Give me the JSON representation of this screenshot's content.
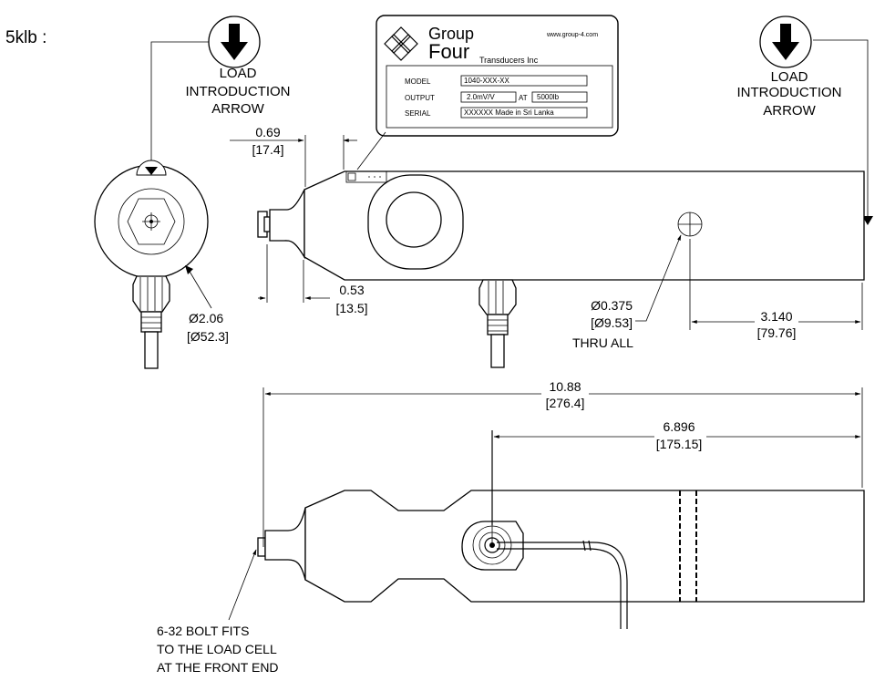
{
  "header": {
    "capacity_label": "5klb :"
  },
  "load_arrow_left": {
    "line1": "LOAD",
    "line2": "INTRODUCTION",
    "line3": "ARROW"
  },
  "load_arrow_right": {
    "line1": "LOAD",
    "line2": "INTRODUCTION",
    "line3": "ARROW"
  },
  "nameplate": {
    "brand_line1": "Group",
    "brand_line2": "Four",
    "brand_sub": "Transducers Inc",
    "website": "www.group-4.com",
    "model_label": "MODEL",
    "model_value": "1040-XXX-XX",
    "output_label": "OUTPUT",
    "output_value": "2.0mV/V",
    "at_label": "AT",
    "at_value": "5000lb",
    "serial_label": "SERIAL",
    "serial_value": "XXXXXX Made in Sri Lanka"
  },
  "dimensions": {
    "offset_top": {
      "value": "0.69",
      "metric": "[17.4]"
    },
    "offset_bottom": {
      "value": "0.53",
      "metric": "[13.5]"
    },
    "diameter_body": {
      "value": "Ø2.06",
      "metric": "[Ø52.3]"
    },
    "hole": {
      "value": "Ø0.375",
      "metric": "[Ø9.53]",
      "note": "THRU ALL"
    },
    "hole_distance": {
      "value": "3.140",
      "metric": "[79.76]"
    },
    "overall_length": {
      "value": "10.88",
      "metric": "[276.4]"
    },
    "connector_distance": {
      "value": "6.896",
      "metric": "[175.15]"
    }
  },
  "bolt_note": {
    "line1": "6-32 BOLT FITS",
    "line2": "TO THE LOAD CELL",
    "line3": "AT THE FRONT END"
  }
}
